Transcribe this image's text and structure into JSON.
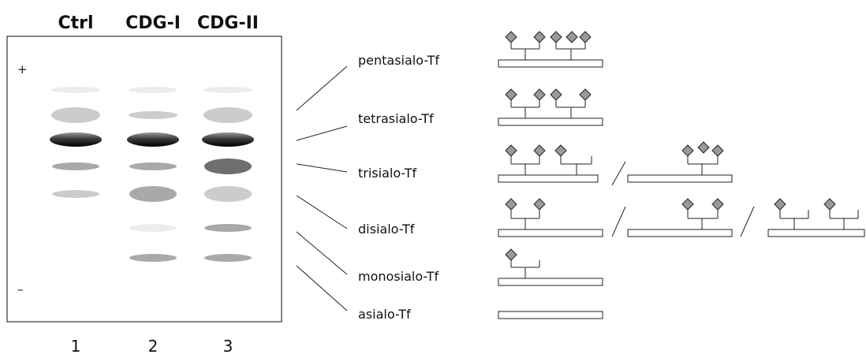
{
  "gel": {
    "lanes": [
      {
        "header": "Ctrl",
        "number": "1"
      },
      {
        "header": "CDG-I",
        "number": "2"
      },
      {
        "header": "CDG-II",
        "number": "3"
      }
    ],
    "plus_sign": "+",
    "minus_sign": "–"
  },
  "glycoforms": [
    {
      "label": "pentasialo-Tf"
    },
    {
      "label": "tetrasialo-Tf"
    },
    {
      "label": "trisialo-Tf"
    },
    {
      "label": "disialo-Tf"
    },
    {
      "label": "monosialo-Tf"
    },
    {
      "label": "asialo-Tf"
    }
  ],
  "band_intensities": {
    "levels": [
      "none",
      "trace",
      "light",
      "medium",
      "dark",
      "strong-gradient"
    ],
    "rows": [
      [
        "trace",
        "trace",
        "trace"
      ],
      [
        "light",
        "light",
        "light"
      ],
      [
        "strong-gradient",
        "strong-gradient",
        "strong-gradient"
      ],
      [
        "medium",
        "medium",
        "dark"
      ],
      [
        "light",
        "medium",
        "light"
      ],
      [
        "none",
        "trace",
        "medium"
      ],
      [
        "none",
        "medium",
        "medium"
      ]
    ]
  },
  "colors": {
    "sialic_acid_fill": "#9a9a9a",
    "stroke": "#222222"
  },
  "icons": {
    "sialic_acid": "diamond-icon",
    "protein_backbone": "rectangle-bar"
  }
}
